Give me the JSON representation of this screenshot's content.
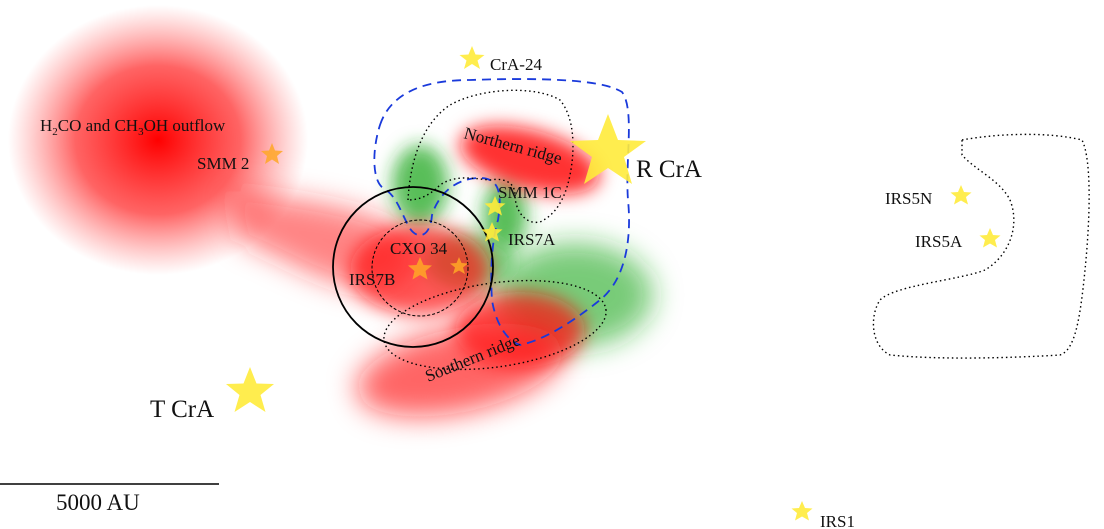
{
  "labels": {
    "outflow_prefix_h": "H",
    "outflow_sub_2": "2",
    "outflow_co": "CO and CH",
    "outflow_sub_3": "3",
    "outflow_rest": "OH outflow",
    "smm2": "SMM 2",
    "cra24": "CrA-24",
    "northern_ridge": "Northern ridge",
    "rcra": "R CrA",
    "smm1c": "SMM 1C",
    "irs7a": "IRS7A",
    "cxo34": "CXO 34",
    "irs7b": "IRS7B",
    "southern_ridge": "Southern ridge",
    "tcra": "T CrA",
    "irs5n": "IRS5N",
    "irs5a": "IRS5A",
    "irs1": "IRS1",
    "scale_bar": "5000 AU"
  },
  "colors": {
    "emission_red": "#ff0000",
    "emission_green": "#22aa22",
    "star_yellow": "#ffeb3b",
    "star_orange": "#ffa726",
    "contour_blue": "#1a3adb",
    "contour_black": "#000000"
  }
}
